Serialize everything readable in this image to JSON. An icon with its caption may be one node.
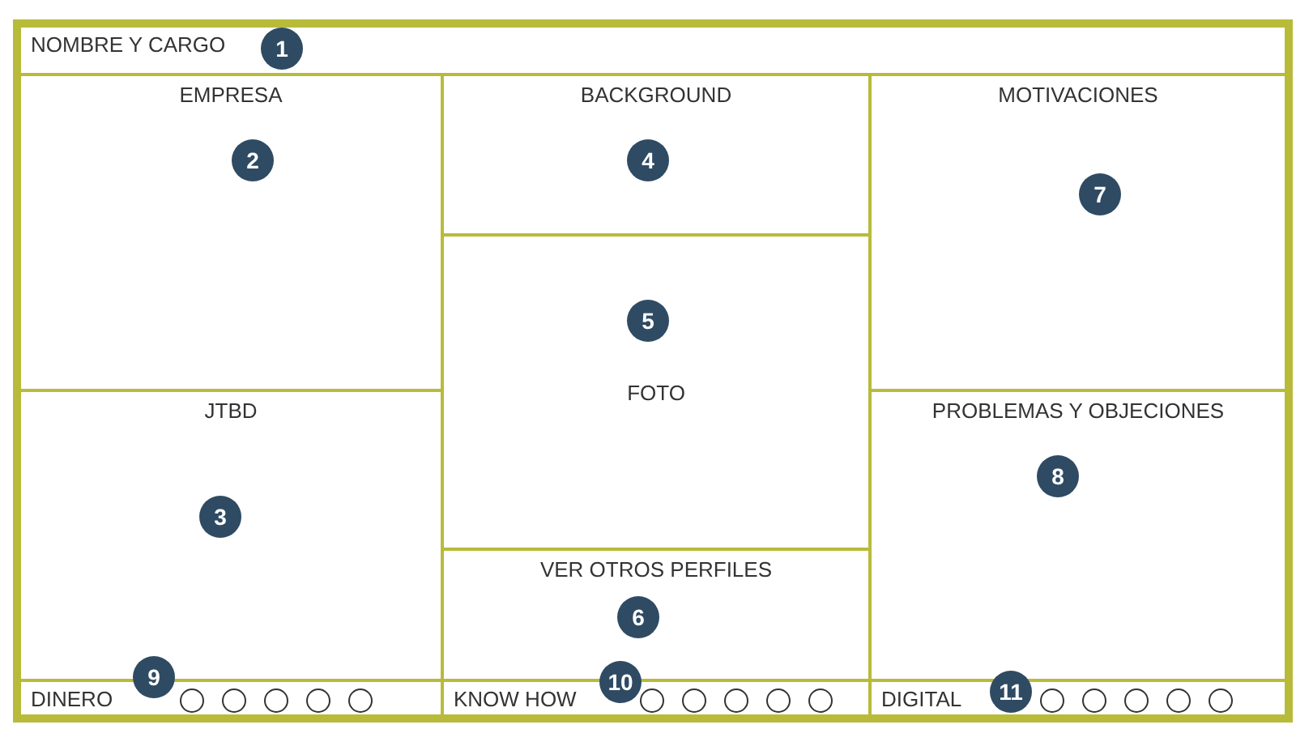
{
  "diagram": {
    "nodes": [
      {
        "text": [
          "NOMBRE Y CARGO"
        ]
      },
      {
        "text": [
          "EMPRESA"
        ]
      },
      {
        "text": [
          "BACKGROUND"
        ]
      },
      {
        "text": [
          "MOTIVACIONES"
        ]
      },
      {
        "text": [
          "FOTO"
        ]
      },
      {
        "text": [
          "JTBD"
        ]
      },
      {
        "text": [
          "PROBLEMAS Y OBJECIONES"
        ]
      },
      {
        "text": [
          "VER OTROS PERFILES"
        ]
      },
      {
        "text": [
          "DINERO"
        ]
      },
      {
        "text": [
          "KNOW HOW"
        ]
      },
      {
        "text": [
          "DIGITAL"
        ]
      }
    ],
    "edges": [],
    "labels": [
      "1",
      "2",
      "4",
      "7",
      "5",
      "3",
      "8",
      "6",
      "9",
      "10",
      "11"
    ]
  }
}
